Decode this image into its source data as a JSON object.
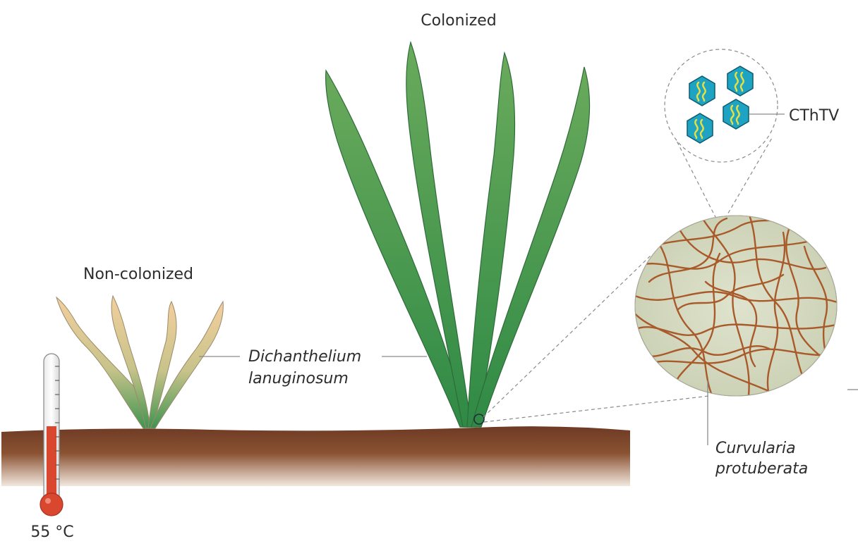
{
  "labels": {
    "colonized": "Colonized",
    "non_colonized": "Non-colonized",
    "plant_species_line1": "Dichanthelium",
    "plant_species_line2": "lanuginosum",
    "virus": "CThTV",
    "fungus_line1": "Curvularia",
    "fungus_line2": "protuberata",
    "temperature": "55 °C"
  },
  "colors": {
    "soil": "#6e3a24",
    "healthy_leaf": "#3f9450",
    "wilted_leaf": "#f0c89a",
    "hyphae": "#a95a2a",
    "inset_bg": "#d6dbc4",
    "virus_fill": "#1fa3c2",
    "virus_rna": "#e8e040",
    "thermometer_liquid": "#d9472f"
  },
  "thermometer_level_percent": 55
}
